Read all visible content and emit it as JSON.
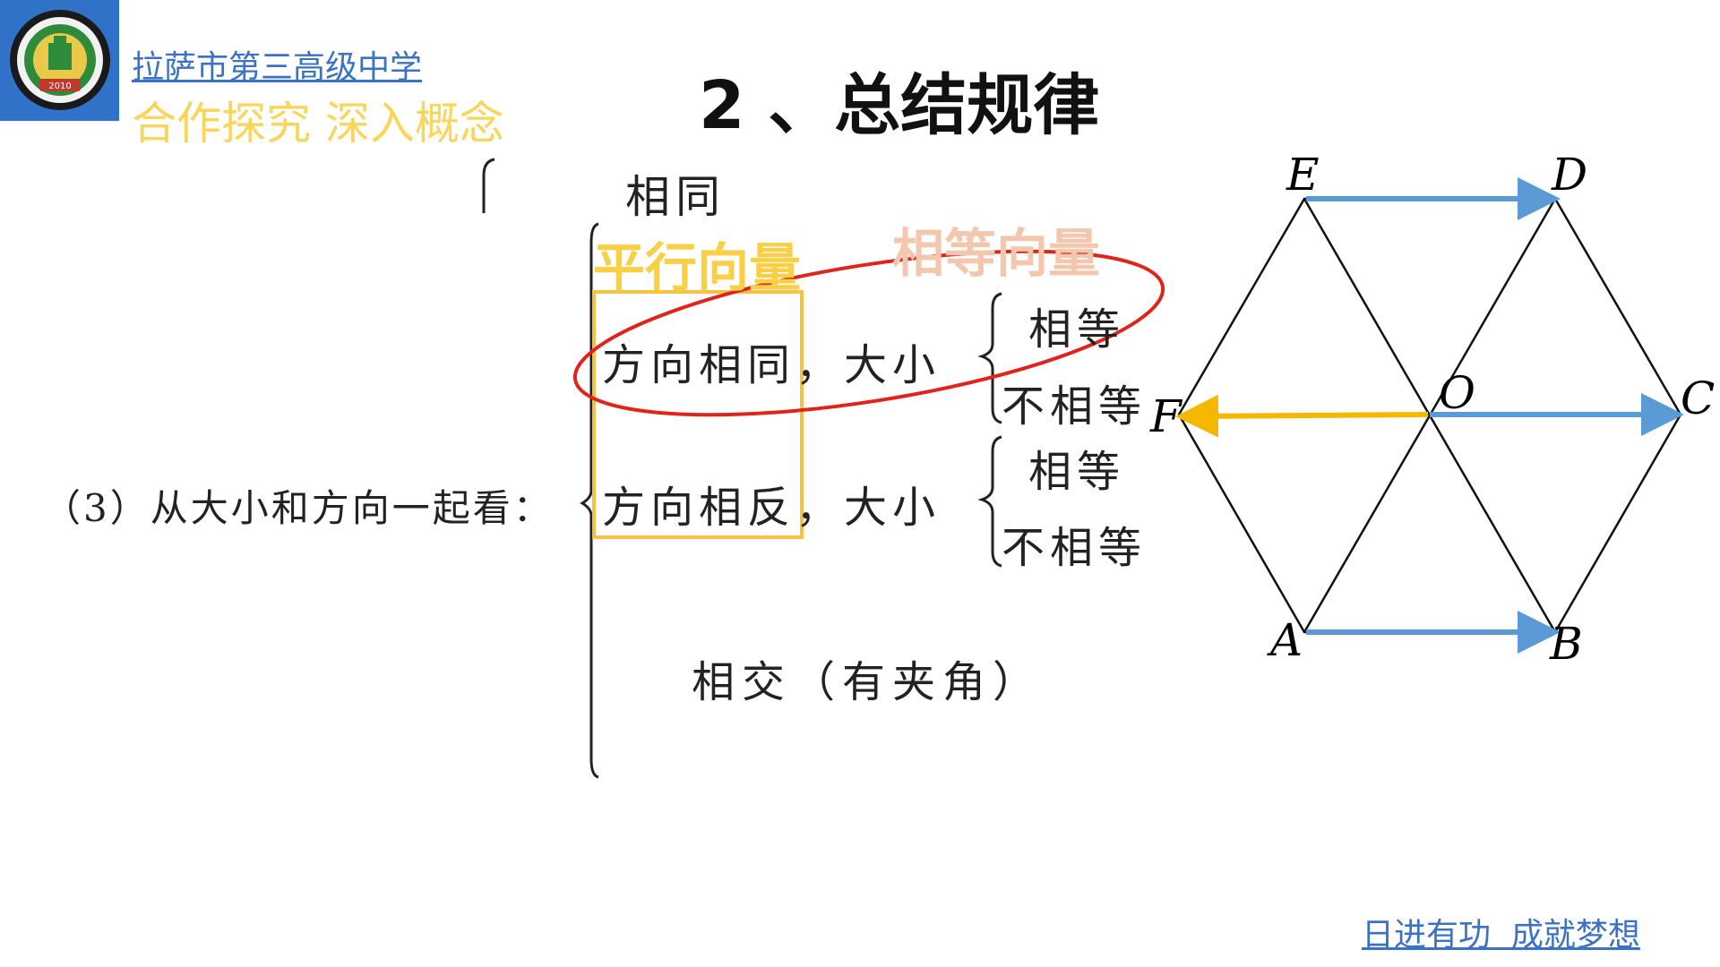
{
  "header": {
    "school_name": "拉萨市第三高级中学",
    "subtitle": "合作探究 深入概念",
    "logo_year": "2010",
    "logo_name": "拉萨市第三高级中学"
  },
  "page_title": "2 、总结规律",
  "classification": {
    "case_label": "（3）从大小和方向一起看：",
    "same": "相同",
    "parallel_label": "平行向量",
    "equal_label": "相等向量",
    "direction_same": "方向相同，大小",
    "direction_opposite": "方向相反，大小",
    "equal": "相等",
    "not_equal": "不相等",
    "intersect": "相交（有夹角）"
  },
  "hexagon": {
    "points": {
      "A": "A",
      "B": "B",
      "C": "C",
      "D": "D",
      "E": "E",
      "F": "F",
      "O": "O"
    },
    "colors": {
      "edge": "#111111",
      "vector_blue": "#5b9bd5",
      "vector_yellow": "#f5b800"
    }
  },
  "annotations": {
    "box_color": "#f5c242",
    "ellipse_color": "#e0241b"
  },
  "footer": {
    "motto": "日进有功  成就梦想"
  }
}
